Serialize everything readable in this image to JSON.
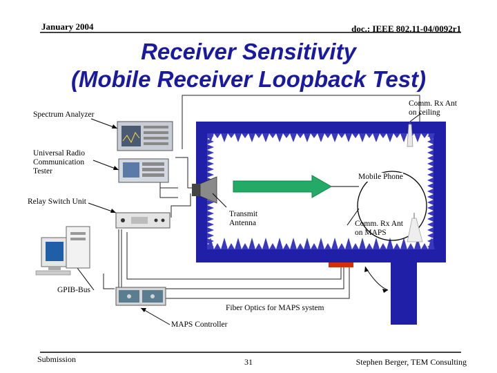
{
  "header": {
    "date": "January 2004",
    "doc": "doc.: IEEE 802.11-04/0092r1"
  },
  "title": {
    "line1": "Receiver Sensitivity",
    "line2": "(Mobile Receiver Loopback Test)"
  },
  "labels": {
    "spectrum_analyzer": "Spectrum Analyzer",
    "urct_line1": "Universal Radio",
    "urct_line2": "Communication",
    "urct_line3": "Tester",
    "relay_switch": "Relay Switch Unit",
    "transmit_line1": "Transmit",
    "transmit_line2": "Antenna",
    "comm_ceiling_line1": "Comm. Rx Ant",
    "comm_ceiling_line2": "on ceiling",
    "mobile_phone": "Mobile Phone",
    "comm_maps_line1": "Comm. Rx Ant",
    "comm_maps_line2": "on MAPS",
    "gpib": "GPIB-Bus",
    "fiber": "Fiber Optics for MAPS system",
    "maps_controller": "MAPS Controller"
  },
  "footer": {
    "left": "Submission",
    "page": "31",
    "right": "Stephen Berger, TEM Consulting"
  },
  "colors": {
    "title": "#1a1aa0",
    "chamber": "#1f1fa8",
    "absorber": "#3838c0",
    "arrow": "#22aa66",
    "fiber_block": "#d03010"
  }
}
